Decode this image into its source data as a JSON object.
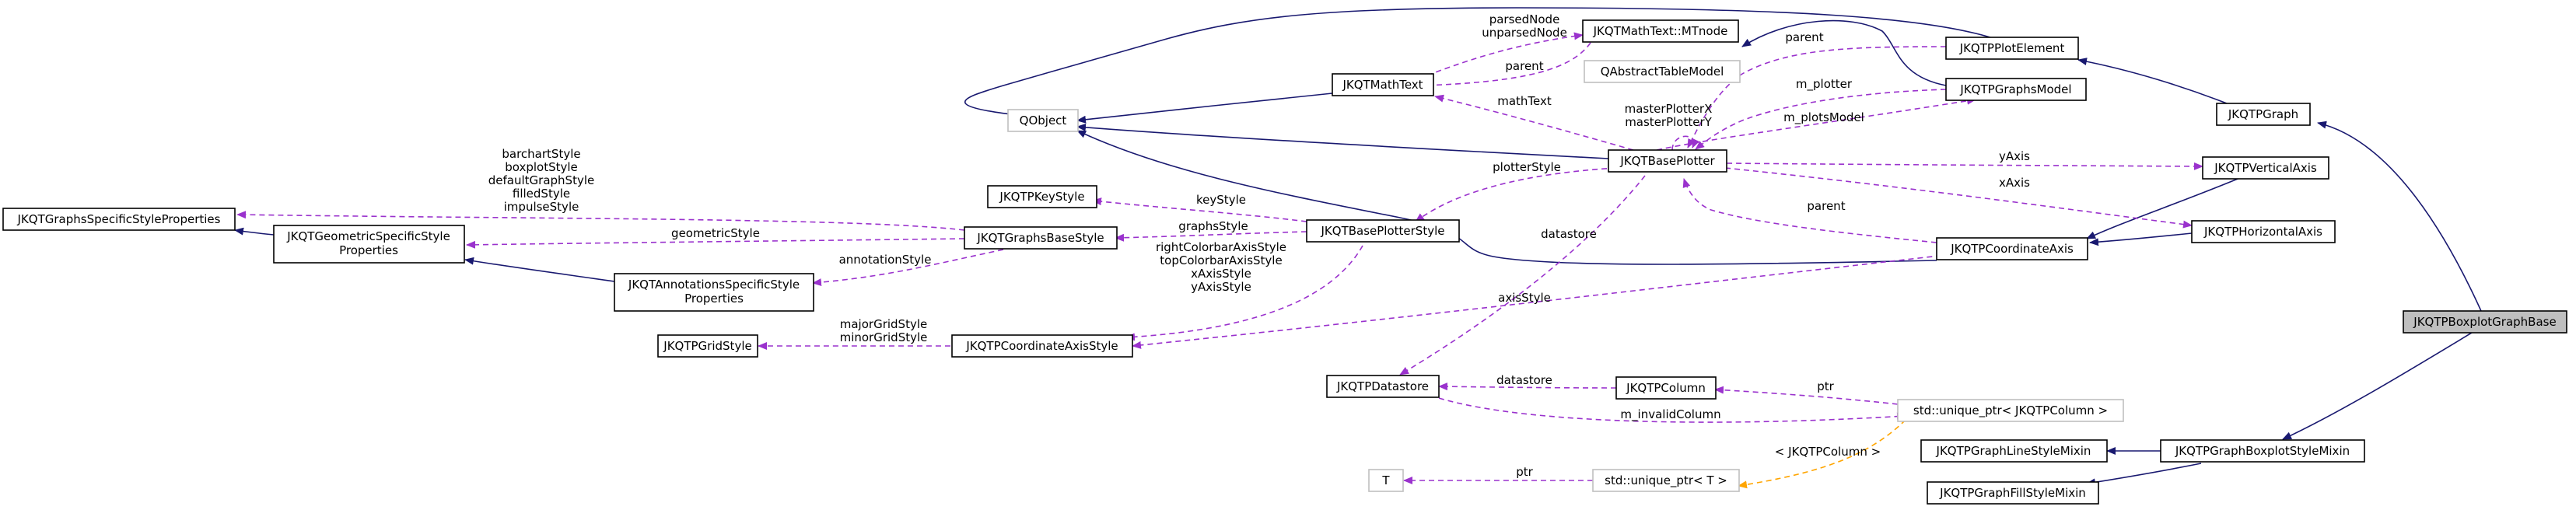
{
  "nodes": {
    "jkqtpboxplotgraphbase": "JKQTPBoxplotGraphBase",
    "jkqtpgraph": "JKQTPGraph",
    "jkqtpplotelement": "JKQTPPlotElement",
    "qobject": "QObject",
    "jkqtpgraphboxplotstylemixin": "JKQTPGraphBoxplotStyleMixin",
    "jkqtpgraphlinestylemixin": "JKQTPGraphLineStyleMixin",
    "jkqtpgraphfillstylemixin": "JKQTPGraphFillStyleMixin",
    "jkqtpgraphsmodel": "JKQTPGraphsModel",
    "qabstracttablemodel": "QAbstractTableModel",
    "jkqtmathtext": "JKQTMathText",
    "jkqtmathtext_mtnode": "JKQTMathText::MTnode",
    "jkqtbaseplotter": "JKQTBasePlotter",
    "jkqtpverticalaxis": "JKQTPVerticalAxis",
    "jkqtphorizontalaxis": "JKQTPHorizontalAxis",
    "jkqtpcoordinateaxis": "JKQTPCoordinateAxis",
    "jkqtpbaseplotterstyle": "JKQTBasePlotterStyle",
    "jkqtpkeystyle": "JKQTPKeyStyle",
    "jkqtpgraphsbasestyle": "JKQTGraphsBaseStyle",
    "jkqtpgraphsspecificstyleproperties": "JKQTGraphsSpecificStyleProperties",
    "jkqtpgeometricspecificstyleproperties_1": "JKQTGeometricSpecificStyle",
    "jkqtpgeometricspecificstyleproperties_2": "Properties",
    "jkqtpannotationsspecificstyleproperties_1": "JKQTAnnotationsSpecificStyle",
    "jkqtpannotationsspecificstyleproperties_2": "Properties",
    "jkqtpgridstyle": "JKQTPGridStyle",
    "jkqtpcoordinateaxisstyle": "JKQTPCoordinateAxisStyle",
    "jkqtpdatastore": "JKQTPDatastore",
    "jkqtpcolumn": "JKQTPColumn",
    "unique_ptr_column": "std::unique_ptr< JKQTPColumn >",
    "unique_ptr_t": "std::unique_ptr< T >",
    "t": "T"
  },
  "edge_labels": {
    "parsednode_1": "parsedNode",
    "parsednode_2": "unparsedNode",
    "mathtext_parent": "parent",
    "plotelement_parent": "parent",
    "m_plotter": "m_plotter",
    "masterplotter_1": "masterPlotterX",
    "masterplotter_2": "masterPlotterY",
    "m_plotsmodel": "m_plotsModel",
    "mathtext": "mathText",
    "plotterstyle": "plotterStyle",
    "yaxis": "yAxis",
    "xaxis": "xAxis",
    "axis_parent": "parent",
    "datastore": "datastore",
    "keystyle": "keyStyle",
    "graphsstyle": "graphsStyle",
    "geometricstyle": "geometricStyle",
    "annotationstyle": "annotationStyle",
    "specific_1": "barchartStyle",
    "specific_2": "boxplotStyle",
    "specific_3": "defaultGraphStyle",
    "specific_4": "filledStyle",
    "specific_5": "impulseStyle",
    "axisstyles_1": "rightColorbarAxisStyle",
    "axisstyles_2": "topColorbarAxisStyle",
    "axisstyles_3": "xAxisStyle",
    "axisstyles_4": "yAxisStyle",
    "axisstyle": "axisStyle",
    "gridstyle_1": "majorGridStyle",
    "gridstyle_2": "minorGridStyle",
    "column_datastore": "datastore",
    "ptr_column": "ptr",
    "m_invalidcolumn": "m_invalidColumn",
    "template_column": "< JKQTPColumn >",
    "ptr_t": "ptr"
  },
  "colors": {
    "inheritance": "#191970",
    "usage": "#9a32cd",
    "template": "#ffa500",
    "highlight_fill": "#bfbfbf",
    "external_border": "#bfbfbf"
  }
}
